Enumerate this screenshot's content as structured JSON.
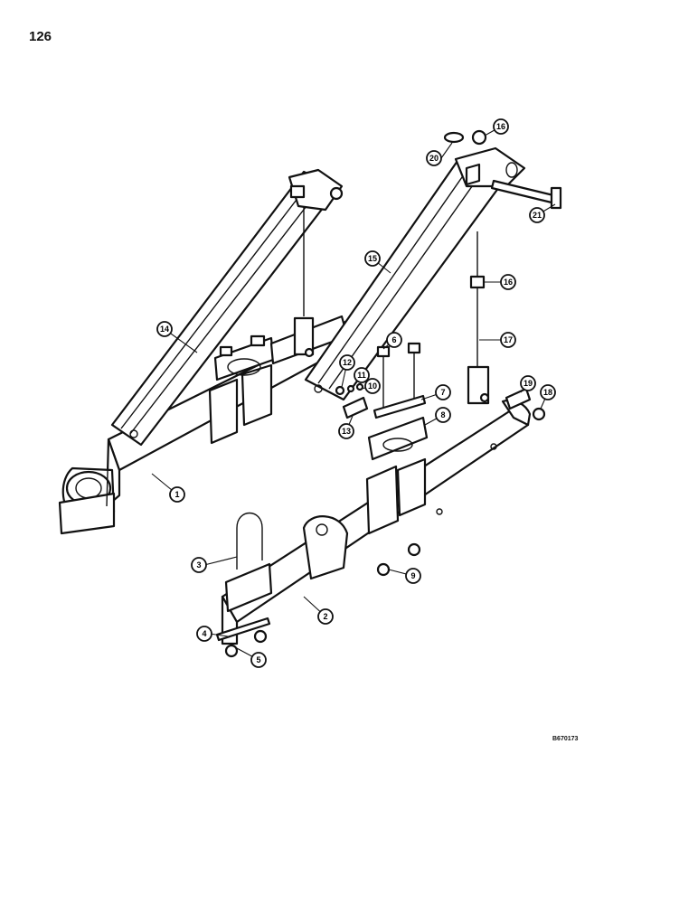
{
  "page": {
    "number": "126"
  },
  "figure": {
    "ref_code": "B670173"
  },
  "callouts": [
    {
      "label": "1"
    },
    {
      "label": "2"
    },
    {
      "label": "3"
    },
    {
      "label": "4"
    },
    {
      "label": "5"
    },
    {
      "label": "6"
    },
    {
      "label": "7"
    },
    {
      "label": "8"
    },
    {
      "label": "9"
    },
    {
      "label": "10"
    },
    {
      "label": "11"
    },
    {
      "label": "12"
    },
    {
      "label": "13"
    },
    {
      "label": "14"
    },
    {
      "label": "15"
    },
    {
      "label": "16"
    },
    {
      "label": "16"
    },
    {
      "label": "17"
    },
    {
      "label": "18"
    },
    {
      "label": "19"
    },
    {
      "label": "20"
    },
    {
      "label": "21"
    }
  ]
}
